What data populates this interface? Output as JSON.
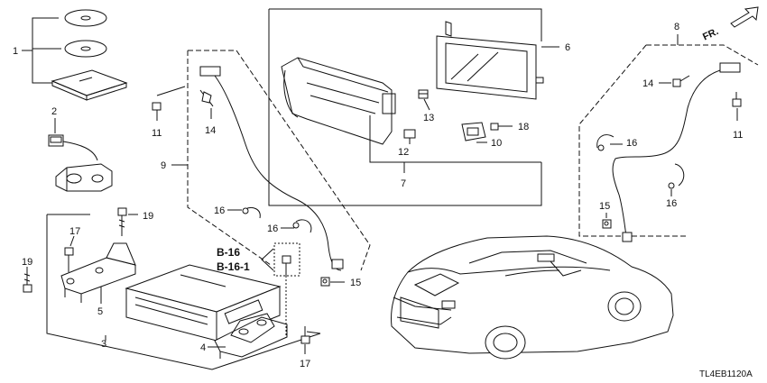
{
  "callouts": {
    "c1": "1",
    "c2": "2",
    "c3": "3",
    "c4": "4",
    "c5": "5",
    "c6": "6",
    "c7": "7",
    "c8": "8",
    "c9": "9",
    "c10": "10",
    "c11a": "11",
    "c11b": "11",
    "c12": "12",
    "c13": "13",
    "c14a": "14",
    "c14b": "14",
    "c15a": "15",
    "c15b": "15",
    "c16a": "16",
    "c16b": "16",
    "c16c": "16",
    "c16d": "16",
    "c17a": "17",
    "c17b": "17",
    "c18": "18",
    "c19a": "19",
    "c19b": "19"
  },
  "references": {
    "ref1": "B-16",
    "ref2": "B-16-1"
  },
  "direction_label": "FR.",
  "diagram_code": "TL4EB1120A"
}
